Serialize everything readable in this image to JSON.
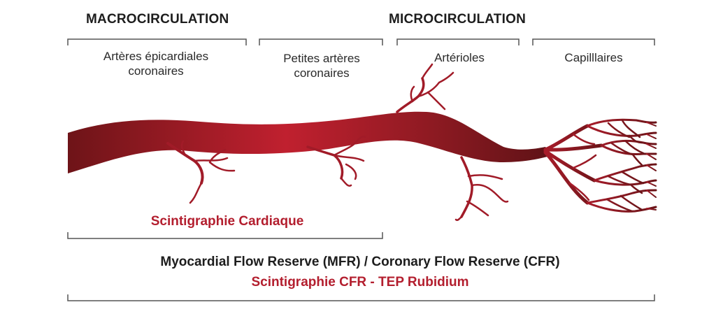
{
  "headers": {
    "macro": "MACROCIRCULATION",
    "micro": "MICROCIRCULATION"
  },
  "segments": [
    {
      "line1": "Artères épicardiales",
      "line2": "coronaires"
    },
    {
      "line1": "Petites artères",
      "line2": "coronaires"
    },
    {
      "line1": "Artérioles",
      "line2": ""
    },
    {
      "line1": "Capilllaires",
      "line2": ""
    }
  ],
  "labels": {
    "scinti": "Scintigraphie Cardiaque",
    "reserve": "Myocardial Flow Reserve (MFR) / Coronary Flow Reserve (CFR)",
    "cfr_tep": "Scintigraphie CFR - TEP Rubidium"
  },
  "colors": {
    "vessel_dark": "#6e1418",
    "vessel_mid": "#b81e2c",
    "accent_red": "#b31e2e",
    "text": "#1d1d1d",
    "bracket": "#555555"
  }
}
